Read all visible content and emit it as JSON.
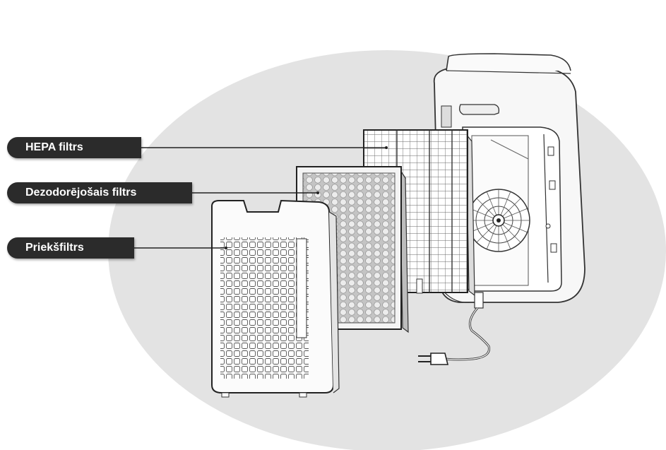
{
  "labels": {
    "hepa": "HEPA filtrs",
    "deodorizing": "Dezodorējošais filtrs",
    "prefilter": "Priekšfiltrs"
  },
  "colors": {
    "background_ellipse": "#e3e3e3",
    "label_fill": "#2b2b2b",
    "label_text": "#ffffff",
    "outline": "#333333",
    "unit_body": "#f7f7f7",
    "deodorizing_mesh": "#c9c9c9"
  },
  "icons": [
    "air-purifier-unit",
    "fan-icon",
    "power-plug-icon"
  ]
}
